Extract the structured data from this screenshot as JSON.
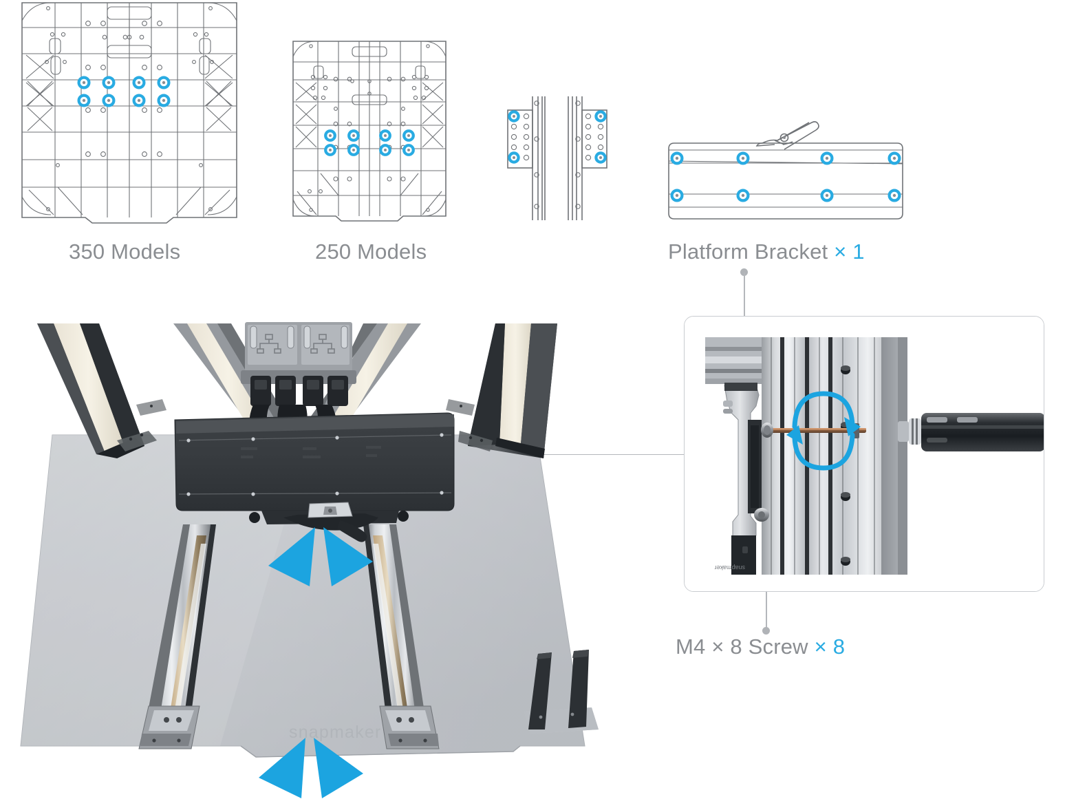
{
  "document": {
    "type": "assembly-instruction-illustration",
    "brand_logo_text": "snapmaker",
    "accent_color": "#29abe2",
    "label_text_color": "#8a8d91",
    "background_color": "#ffffff"
  },
  "parts_row": {
    "items": [
      {
        "id": "plate-350",
        "label": "350 Models",
        "quantity_text": "",
        "icon": "build-plate-underside-diagram",
        "highlighted_holes": 8,
        "hole_layout": "2 rows x 4 columns, centered",
        "note": "line drawing of 350 model build plate underside"
      },
      {
        "id": "plate-250",
        "label": "250 Models",
        "quantity_text": "",
        "icon": "build-plate-underside-diagram",
        "highlighted_holes": 8,
        "hole_layout": "2 rows x 4 columns, centered",
        "note": "line drawing of 250 model build plate underside"
      },
      {
        "id": "linear-rail",
        "label": "",
        "quantity_text": "",
        "icon": "linear-module-rail-diagram",
        "highlighted_holes": 4,
        "hole_layout": "corner holes of two mounting plates",
        "note": "two linear module rails, top-view line drawing"
      },
      {
        "id": "platform-bracket",
        "label": "Platform Bracket",
        "quantity_text": "× 1",
        "icon": "platform-bracket-diagram",
        "highlighted_holes": 8,
        "hole_layout": "2 rows x 4 columns",
        "note": "platform bracket with clamp lever, front-view line drawing"
      }
    ]
  },
  "callouts": [
    {
      "id": "platform-bracket-callout",
      "label": "Platform Bracket",
      "quantity_text": "× 1",
      "target": "bracket-in-inset-top"
    },
    {
      "id": "m4-screw-callout",
      "label": "M4 × 8 Screw",
      "quantity_text": "× 8",
      "target": "screw-in-inset-bottom"
    }
  ],
  "main_photo": {
    "name": "printer-bed-overview-photo",
    "description": "Top-down photograph of a 3-axis printer frame with the heated bed plate, two linear rails and the mounted platform bracket",
    "logo_text": "snapmaker",
    "annotations": {
      "arrow_pairs": [
        {
          "id": "arrow-pair-bracket-clamp",
          "points_to": "platform-bracket-clamp-lever",
          "color": "#1ca4e0"
        },
        {
          "id": "arrow-pair-bed-front-edge",
          "points_to": "bed-plate-front-notch",
          "color": "#1ca4e0"
        }
      ],
      "connector_line": {
        "from": "platform-bracket",
        "to": "inset-detail-panel"
      }
    },
    "elements": [
      "left-vertical-linear-module",
      "right-vertical-linear-module",
      "toolhead-connector-board",
      "ribbon-cables",
      "platform-bracket",
      "left-horizontal-rail",
      "right-horizontal-rail",
      "bed-plate",
      "tool-holder-bracket"
    ]
  },
  "inset_photo": {
    "name": "screw-tightening-detail-photo",
    "description": "Close-up of the platform bracket being fastened to the vertical linear module with an M4 screw and hex screwdriver",
    "rotation_arrow": {
      "id": "rotation-arrow",
      "direction": "clockwise",
      "color": "#1ca4e0",
      "meaning": "turn screwdriver to tighten"
    },
    "elements": [
      "bracket-arm",
      "vertical-linear-module-extrusion",
      "m4-screw",
      "hex-screwdriver"
    ]
  }
}
